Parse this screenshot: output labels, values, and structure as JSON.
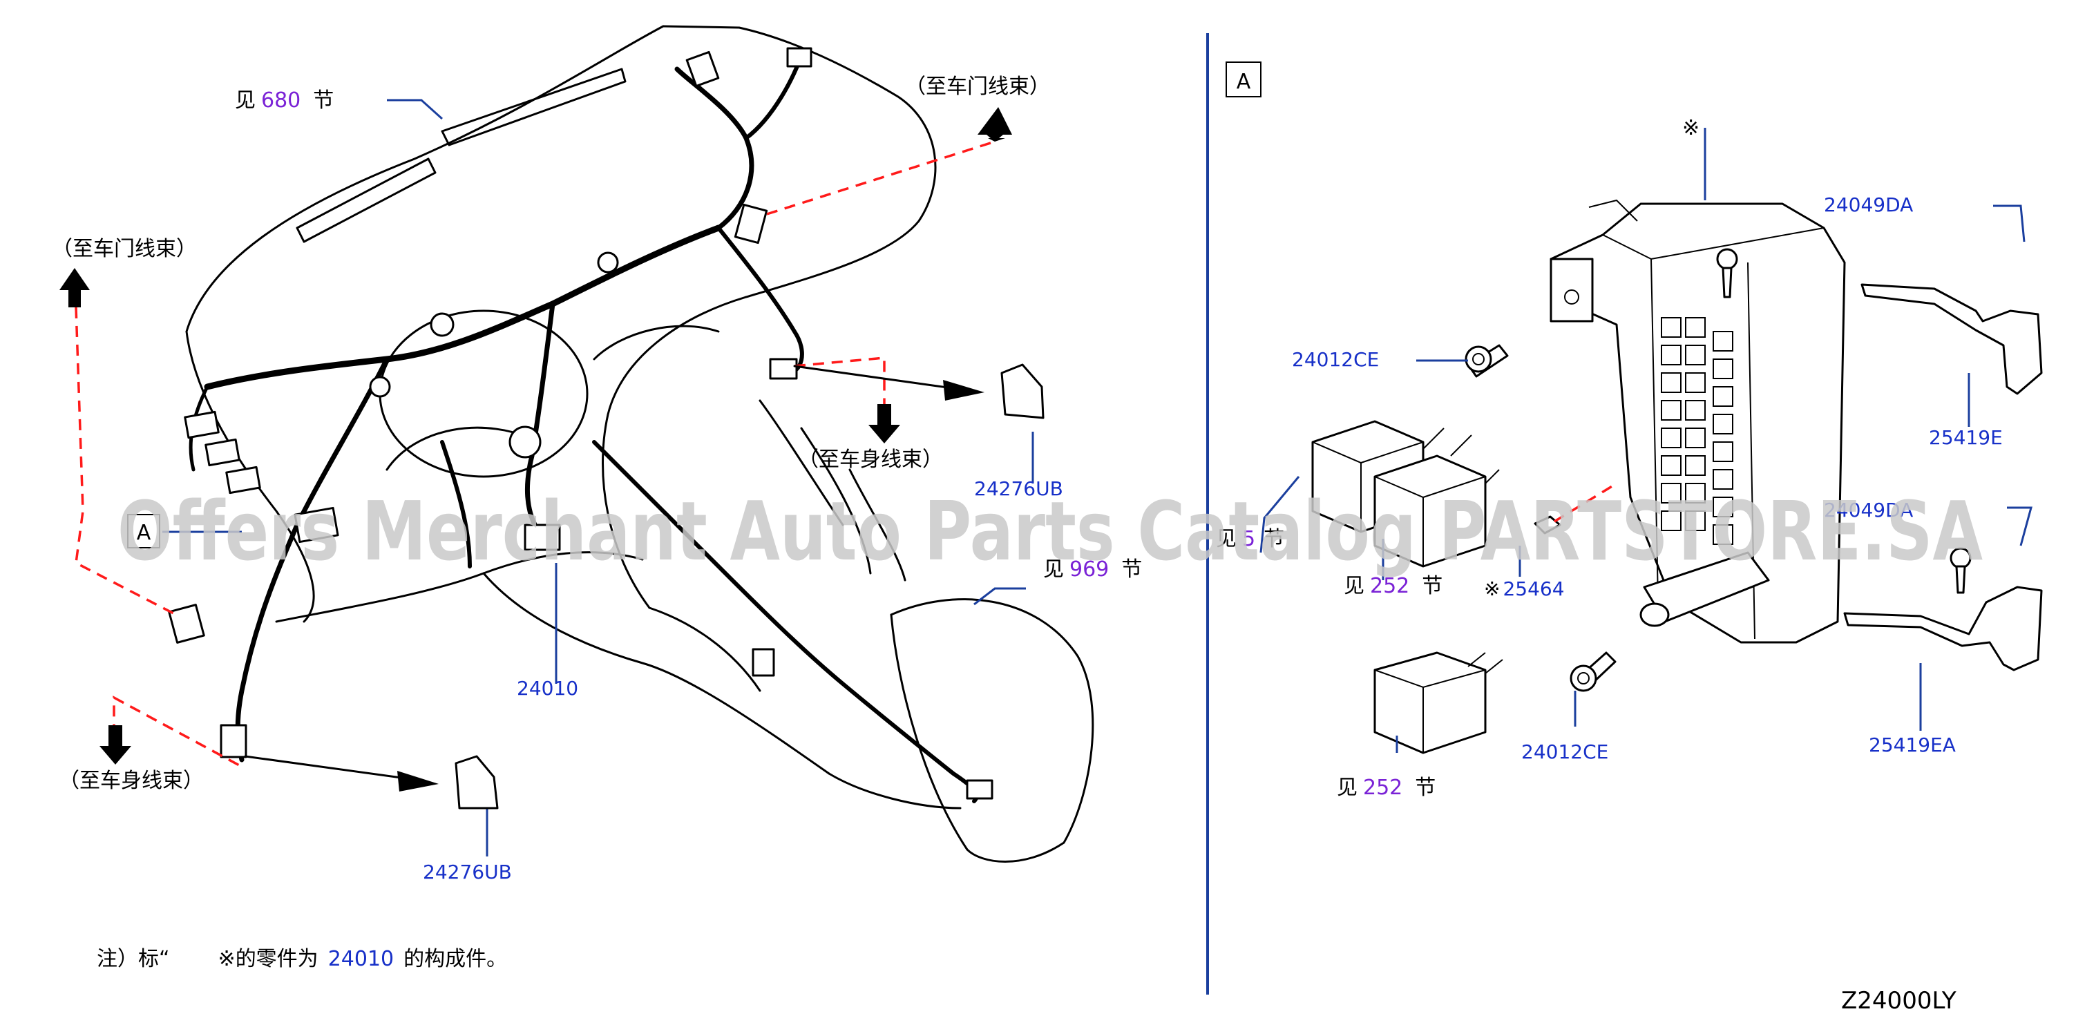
{
  "diagram": {
    "code": "Z24000LY",
    "watermark": "Offers Merchant Auto Parts Catalog PARTSTORE.SA",
    "view_marker": "A",
    "see_prefix": "见",
    "see_suffix": "节",
    "asterisk_mark": "※",
    "captions": {
      "to_door_harness": "（至车门线束）",
      "to_body_harness": "（至车身线束）"
    },
    "sections": {
      "s680": "680",
      "s969": "969",
      "s252": "252",
      "s5": "5"
    },
    "part_numbers": {
      "harness": "24010",
      "cover_left": "24276UB",
      "cover_right": "24276UB",
      "bolt_top": "24012CE",
      "bolt_bottom": "24012CE",
      "screw_top": "24049DA",
      "screw_bottom": "24049DA",
      "bracket_top": "25419E",
      "bracket_bottom": "25419EA",
      "relay_part": "25464"
    },
    "note": {
      "prefix": "注）标“",
      "middle": "的零件为",
      "part": "24010",
      "suffix": "的构成件。"
    }
  }
}
